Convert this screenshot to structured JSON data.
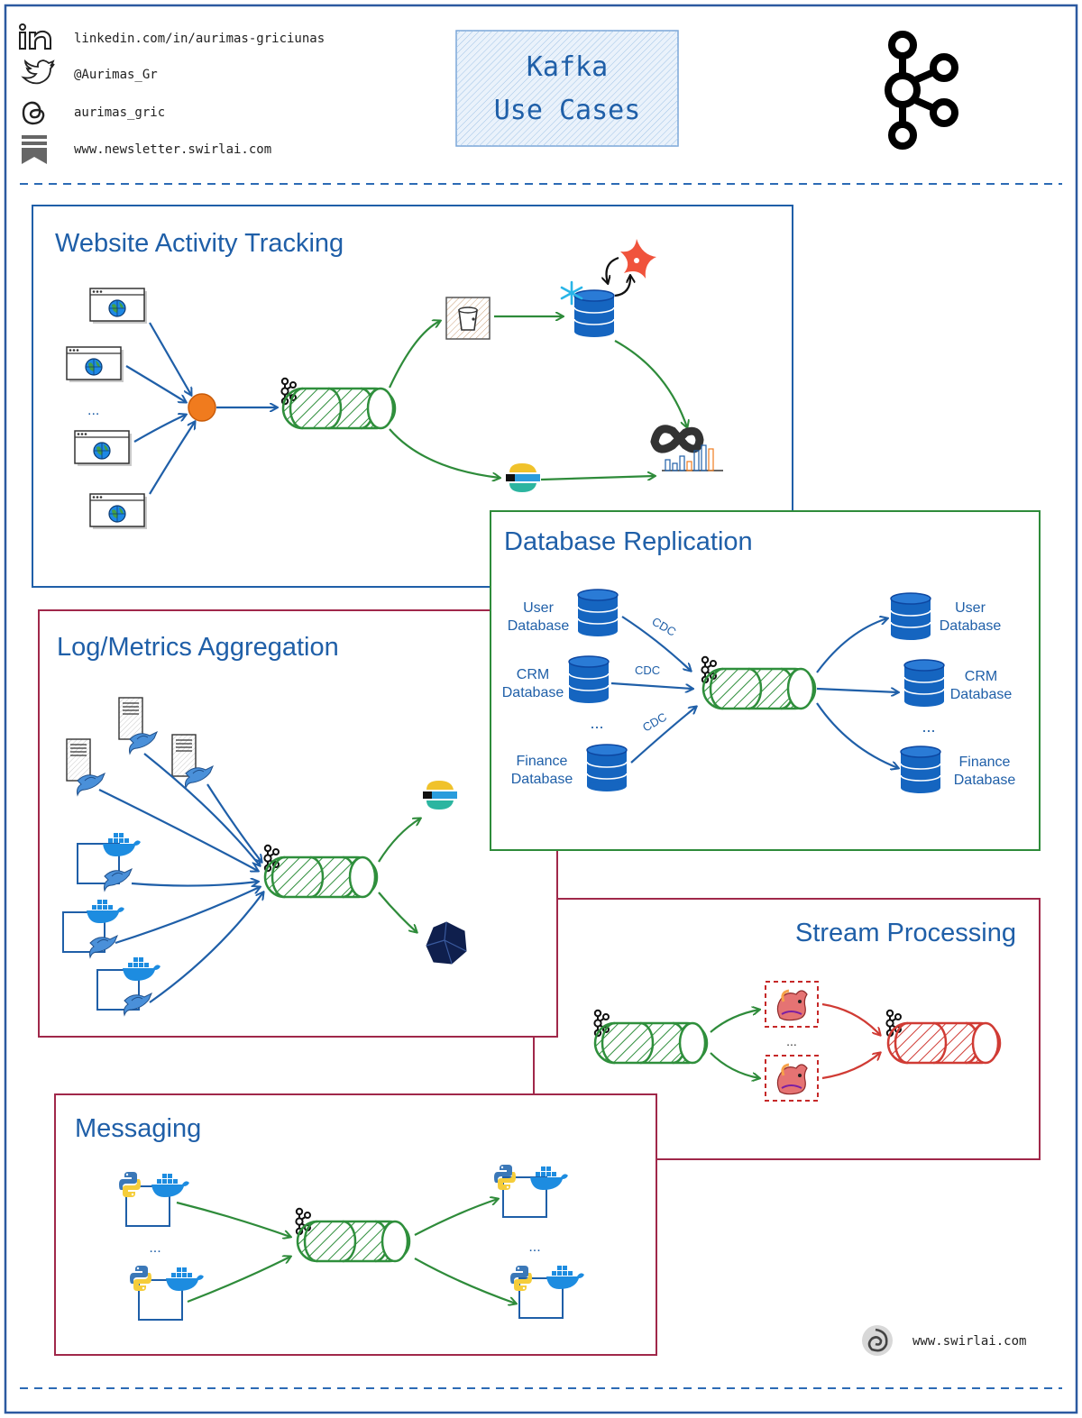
{
  "header": {
    "social": [
      {
        "icon": "linkedin-icon",
        "text": "linkedin.com/in/aurimas-griciunas"
      },
      {
        "icon": "twitter-icon",
        "text": "@Aurimas_Gr"
      },
      {
        "icon": "threads-icon",
        "text": "aurimas_gric"
      },
      {
        "icon": "newsletter-icon",
        "text": "www.newsletter.swirlai.com"
      }
    ],
    "title_line1": "Kafka",
    "title_line2": "Use Cases",
    "logo_icon": "kafka-logo-icon"
  },
  "sections": {
    "website": {
      "title": "Website Activity Tracking",
      "ellipsis": "..."
    },
    "replication": {
      "title": "Database Replication",
      "sources": [
        {
          "line1": "User",
          "line2": "Database"
        },
        {
          "line1": "CRM",
          "line2": "Database"
        },
        {
          "line1": "Finance",
          "line2": "Database"
        }
      ],
      "targets": [
        {
          "line1": "User",
          "line2": "Database"
        },
        {
          "line1": "CRM",
          "line2": "Database"
        },
        {
          "line1": "Finance",
          "line2": "Database"
        }
      ],
      "cdc_labels": [
        "CDC",
        "CDC",
        "CDC"
      ],
      "ellipsis": "..."
    },
    "logs": {
      "title": "Log/Metrics Aggregation"
    },
    "stream": {
      "title": "Stream Processing",
      "ellipsis": "..."
    },
    "messaging": {
      "title": "Messaging",
      "ellipsis": "..."
    }
  },
  "footer": {
    "text": "www.swirlai.com",
    "icon": "swirlai-logo-icon"
  },
  "colors": {
    "blue": "#1f5fa8",
    "green": "#2e8b3a",
    "maroon": "#a0284a",
    "red": "#d03b34",
    "kafka_green": "#2f8f3c",
    "db_blue": "#1565c0",
    "orange": "#f07b1e"
  }
}
